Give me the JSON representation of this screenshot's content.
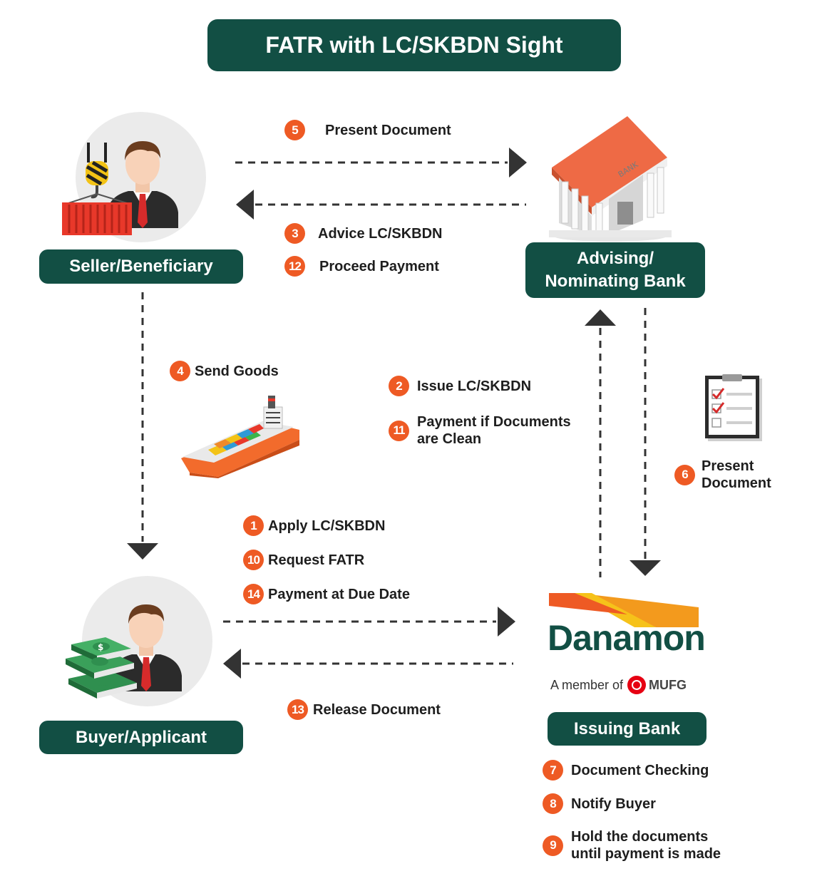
{
  "title": "FATR with LC/SKBDN Sight",
  "nodes": {
    "seller": "Seller/Beneficiary",
    "advising_line1": "Advising/",
    "advising_line2": "Nominating Bank",
    "buyer": "Buyer/Applicant",
    "issuing": "Issuing Bank"
  },
  "brand": {
    "name": "Danamon",
    "member_of": "A member of",
    "group": "MUFG",
    "building_sign": "BANK"
  },
  "steps": {
    "s1": {
      "num": "1",
      "label": "Apply LC/SKBDN"
    },
    "s2": {
      "num": "2",
      "label": "Issue LC/SKBDN"
    },
    "s3": {
      "num": "3",
      "label": "Advice LC/SKBDN"
    },
    "s4": {
      "num": "4",
      "label": "Send Goods"
    },
    "s5": {
      "num": "5",
      "label": "Present Document"
    },
    "s6": {
      "num": "6",
      "line1": "Present",
      "line2": "Document"
    },
    "s7": {
      "num": "7",
      "label": "Document Checking"
    },
    "s8": {
      "num": "8",
      "label": "Notify Buyer"
    },
    "s9": {
      "num": "9",
      "line1": "Hold the documents",
      "line2": "until payment is made"
    },
    "s10": {
      "num": "10",
      "label": "Request FATR"
    },
    "s11": {
      "num": "11",
      "line1": "Payment if Documents",
      "line2": "are Clean"
    },
    "s12": {
      "num": "12",
      "label": "Proceed Payment"
    },
    "s13": {
      "num": "13",
      "label": "Release Document"
    },
    "s14": {
      "num": "14",
      "label": "Payment at Due Date"
    }
  },
  "colors": {
    "pill": "#124f44",
    "badge": "#ee5a24",
    "arrow": "#333333",
    "brand_green": "#124f44",
    "brand_orange": "#f39a1d"
  },
  "icons": [
    "person-icon",
    "container-crane-icon",
    "bank-building-icon",
    "cargo-ship-icon",
    "document-checklist-icon",
    "money-stack-icon",
    "mufg-logo-icon"
  ]
}
